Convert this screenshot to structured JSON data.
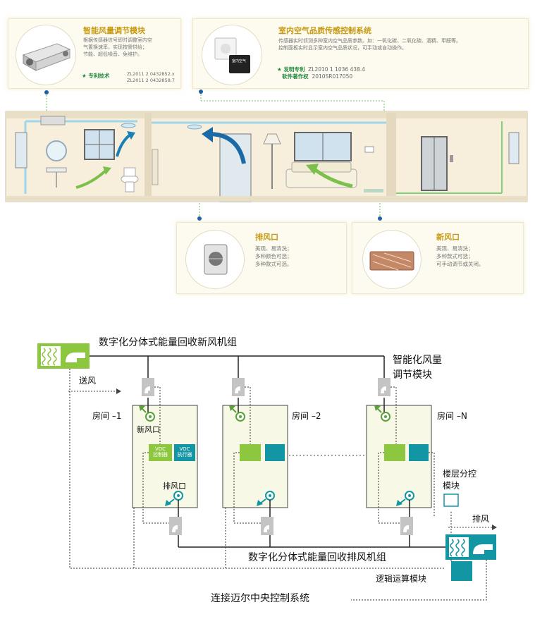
{
  "top": {
    "card_module": {
      "title": "智能风量调节模块",
      "desc": [
        "根据传感器信号即时调整室内空",
        "气置换速率，实现按需供给；",
        "节能、超低噪音、免维护。"
      ],
      "patent_label": "专利技术",
      "patent_nos": [
        "ZL2011 2 0432852.x",
        "ZL2011 2 0432858.7"
      ]
    },
    "card_sensor": {
      "title": "室内空气品质传感控制系统",
      "desc": [
        "传感器实时侦测多种室内空气品质参数。如：一氧化碳、二氧化碳、酒精、甲醛等。",
        "控制面板实时显示室内空气品质状况，可手动或自动操作。"
      ],
      "patent_label": "发明专利",
      "patent_no": "ZL2010 1 1036 438.4",
      "copyright_label": "软件著作权",
      "copyright_no": "2010SR017050",
      "panel_text": "室内空气"
    },
    "card_exhaust": {
      "title": "排风口",
      "desc": [
        "美观、易清洗；",
        "多种颜色可选；",
        "多种款式可选。"
      ]
    },
    "card_fresh": {
      "title": "新风口",
      "desc": [
        "美观、易清洗；",
        "多种款式可选；",
        "可手动调节或关闭。"
      ]
    }
  },
  "diagram": {
    "title_top": "数字化分体式能量回收新风机组",
    "supply": "送风",
    "module_lines": [
      "智能化风量",
      "调节模块"
    ],
    "rooms": [
      "房间 –1",
      "房间 –2",
      "房间 –N"
    ],
    "fresh_inlet": "新风口",
    "exhaust_outlet": "排风口",
    "voc_controller": [
      "VOC",
      "控制器"
    ],
    "voc_actuator": [
      "VOC",
      "执行器"
    ],
    "floor_module_lines": [
      "楼层分控",
      "模块"
    ],
    "exhaust": "排风",
    "title_bottom": "数字化分体式能量回收排风机组",
    "logic_module": "逻辑运算模块",
    "central": "连接迈尔中央控制系统"
  },
  "colors": {
    "accent_gold": "#c79a12",
    "green": "#8dc63f",
    "teal": "#1396a3",
    "patent_green": "#1f8a3c"
  }
}
